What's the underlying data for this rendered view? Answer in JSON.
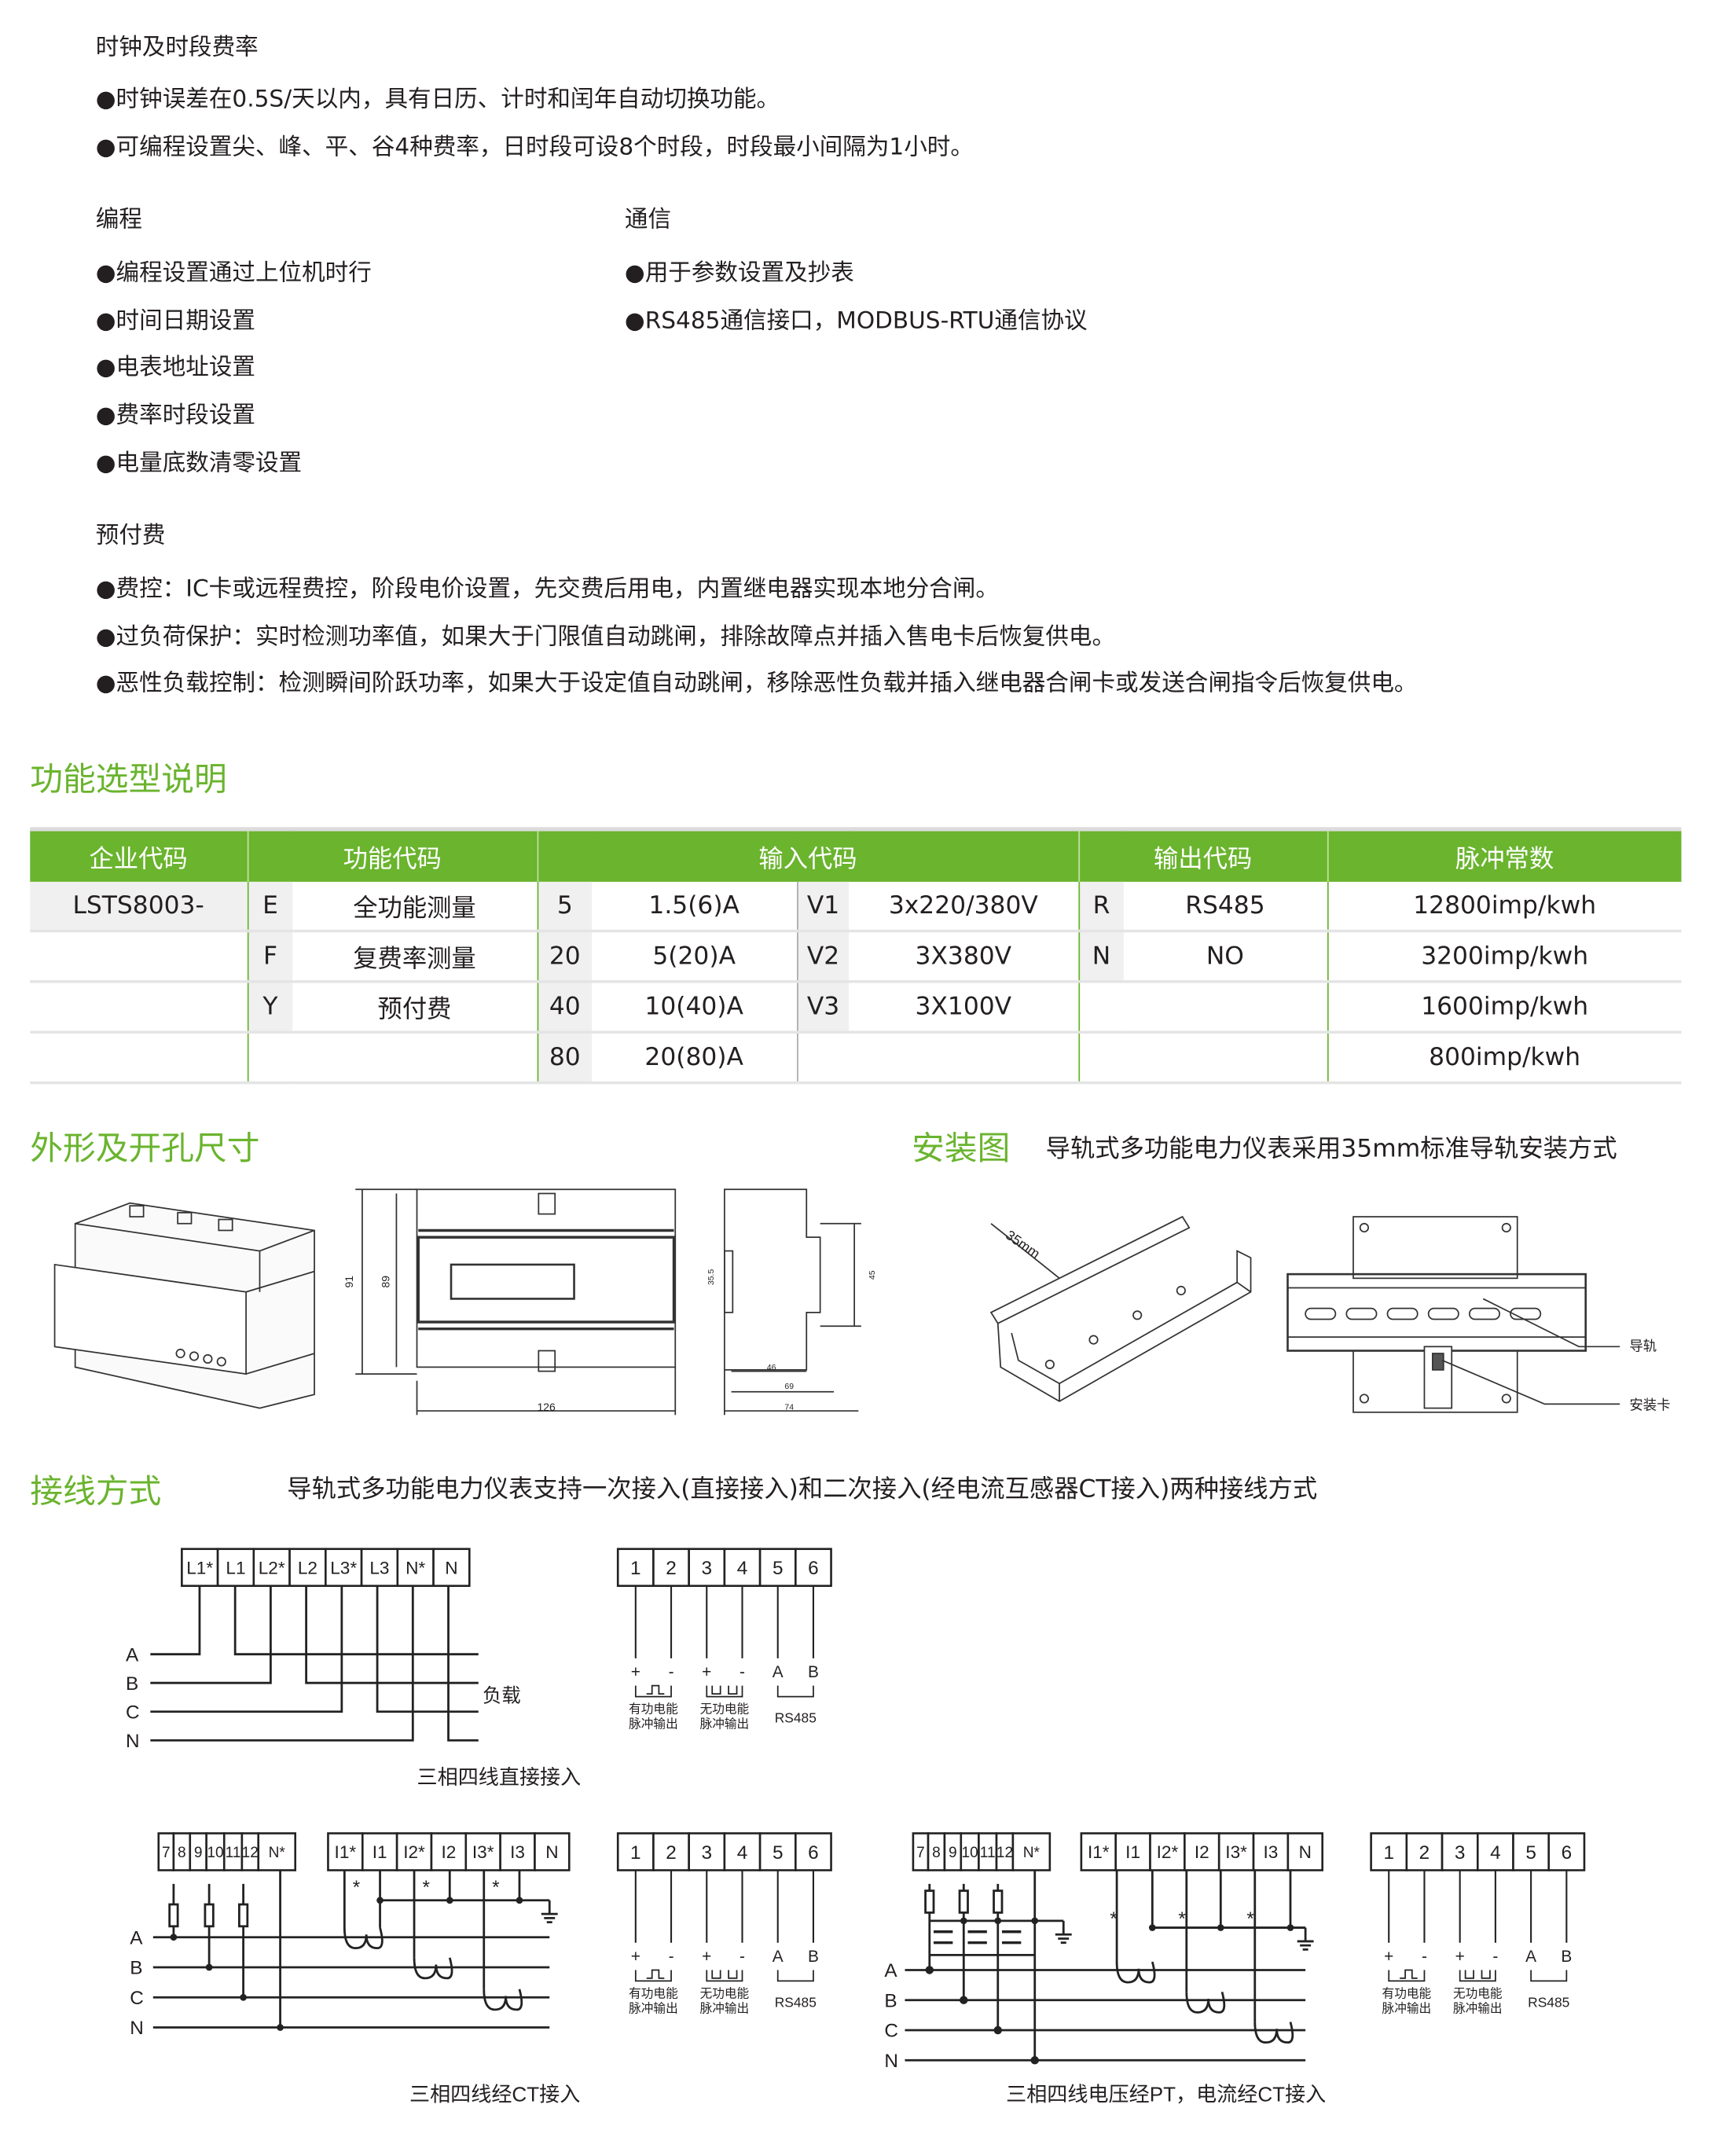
{
  "clock": {
    "title": "时钟及时段费率",
    "bullets": [
      "●时钟误差在0.5S/天以内，具有日历、计时和闰年自动切换功能。",
      "●可编程设置尖、峰、平、谷4种费率，日时段可设8个时段，时段最小间隔为1小时。"
    ]
  },
  "programming": {
    "title": "编程",
    "bullets": [
      "●编程设置通过上位机时行",
      "●时间日期设置",
      "●电表地址设置",
      "●费率时段设置",
      "●电量底数清零设置"
    ]
  },
  "communication": {
    "title": "通信",
    "bullets": [
      "●用于参数设置及抄表",
      "●RS485通信接口，MODBUS-RTU通信协议"
    ]
  },
  "prepay": {
    "title": "预付费",
    "bullets": [
      "●费控：IC卡或远程费控，阶段电价设置，先交费后用电，内置继电器实现本地分合闸。",
      "●过负荷保护：实时检测功率值，如果大于门限值自动跳闸，排除故障点并插入售电卡后恢复供电。",
      "●恶性负载控制：检测瞬间阶跃功率，如果大于设定值自动跳闸，移除恶性负载并插入继电器合闸卡或发送合闸指令后恢复供电。"
    ]
  },
  "selection": {
    "title": "功能选型说明",
    "headers": [
      "企业代码",
      "功能代码",
      "输入代码",
      "输出代码",
      "脉冲常数"
    ],
    "company_code": "LSTS8003-",
    "rows": [
      {
        "fcode": "E",
        "fname": "全功能测量",
        "icode": "5",
        "current": "1.5(6)A",
        "vcode": "V1",
        "voltage": "3x220/380V",
        "ocode": "R",
        "output": "RS485",
        "pulse": "12800imp/kwh"
      },
      {
        "fcode": "F",
        "fname": "复费率测量",
        "icode": "20",
        "current": "5(20)A",
        "vcode": "V2",
        "voltage": "3X380V",
        "ocode": "N",
        "output": "NO",
        "pulse": "3200imp/kwh"
      },
      {
        "fcode": "Y",
        "fname": "预付费",
        "icode": "40",
        "current": "10(40)A",
        "vcode": "V3",
        "voltage": "3X100V",
        "ocode": "",
        "output": "",
        "pulse": "1600imp/kwh"
      },
      {
        "fcode": "",
        "fname": "",
        "icode": "80",
        "current": "20(80)A",
        "vcode": "",
        "voltage": "",
        "ocode": "",
        "output": "",
        "pulse": "800imp/kwh"
      }
    ]
  },
  "dimensions": {
    "title": "外形及开孔尺寸",
    "labels": {
      "h_outer": "91",
      "h_inner": "89",
      "width": "126",
      "rail": "35.5",
      "side_h": "45",
      "d1": "46",
      "d2": "69",
      "d3": "74"
    }
  },
  "install": {
    "title": "安装图",
    "description": "导轨式多功能电力仪表采用35mm标准导轨安装方式",
    "rail_width": "35mm",
    "rail_label": "导轨",
    "clip_label": "安装卡"
  },
  "wiring": {
    "title": "接线方式",
    "description": "导轨式多功能电力仪表支持一次接入(直接接入)和二次接入(经电流互感器CT接入)两种接线方式",
    "phases": [
      "A",
      "B",
      "C",
      "N"
    ],
    "load_label": "负载",
    "direct_terminals": [
      "L1*",
      "L1",
      "L2*",
      "L2",
      "L3*",
      "L3",
      "N*",
      "N"
    ],
    "voltage_terminals": [
      "7",
      "8",
      "9",
      "10",
      "11",
      "12",
      "N*"
    ],
    "current_terminals": [
      "I1*",
      "I1",
      "I2*",
      "I2",
      "I3*",
      "I3",
      "N"
    ],
    "aux_terminals": [
      "1",
      "2",
      "3",
      "4",
      "5",
      "6"
    ],
    "aux_signs": [
      "+",
      "-",
      "+",
      "-",
      "A",
      "B"
    ],
    "active_pulse": [
      "有功电能",
      "脉冲输出"
    ],
    "reactive_pulse": [
      "无功电能",
      "脉冲输出"
    ],
    "rs485": "RS485",
    "ct_star": "*",
    "captions": [
      "三相四线直接接入",
      "三相四线经CT接入",
      "三相四线电压经PT，电流经CT接入"
    ]
  },
  "colors": {
    "accent": "#6ab42e",
    "header_text": "#ffffff",
    "code_cell": "#f0f0f0"
  }
}
